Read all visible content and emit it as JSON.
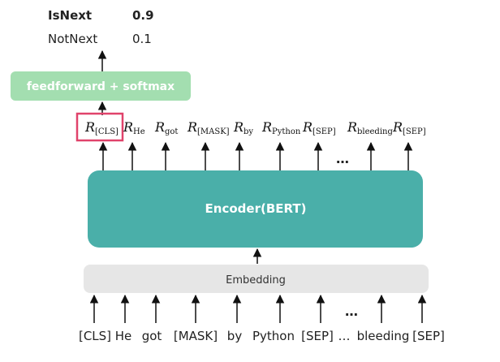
{
  "predictions": [
    {
      "label": "IsNext",
      "value": "0.9"
    },
    {
      "label": "NotNext",
      "value": "0.1"
    }
  ],
  "classifier_label": "feedforward + softmax",
  "encoder_label": "Encoder(BERT)",
  "embedding_label": "Embedding",
  "outputs": [
    {
      "main": "R",
      "sub": "[CLS]",
      "highlighted": true
    },
    {
      "main": "R",
      "sub": "He"
    },
    {
      "main": "R",
      "sub": "got"
    },
    {
      "main": "R",
      "sub": "[MASK]"
    },
    {
      "main": "R",
      "sub": "by"
    },
    {
      "main": "R",
      "sub": "Python"
    },
    {
      "main": "R",
      "sub": "[SEP]"
    },
    {
      "main": "R",
      "sub": "bleeding"
    },
    {
      "main": "R",
      "sub": "[SEP]"
    }
  ],
  "output_ellipsis": "…",
  "tokens": [
    "[CLS]",
    "He",
    "got",
    "[MASK]",
    "by",
    "Python",
    "[SEP]",
    "…",
    "bleeding",
    "[SEP]"
  ],
  "input_ellipsis": "…",
  "colors": {
    "encoder": "#4aafa9",
    "classifier": "#a3deb0",
    "embedding": "#e6e6e6",
    "highlight": "#e0436b",
    "arrow": "#111111"
  }
}
